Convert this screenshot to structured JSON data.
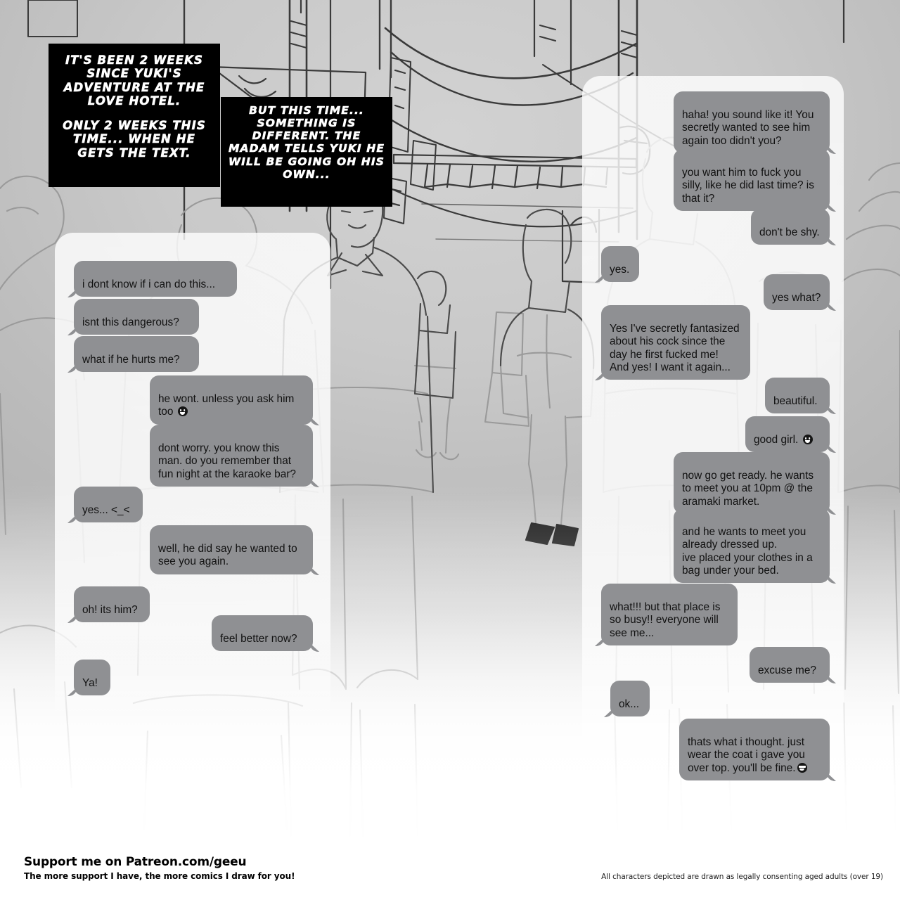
{
  "page": {
    "title": "Yuki comic page - text message conversation",
    "bubble_color": "#8f9093",
    "caption_bg": "#000000",
    "background_tone": "#c9c9c9"
  },
  "captions": [
    {
      "id": "caption-1",
      "line_a": "IT'S BEEN 2 WEEKS\nSINCE YUKI'S\nADVENTURE AT THE\nLOVE HOTEL.",
      "line_b": "ONLY 2 WEEKS THIS\nTIME... WHEN HE\nGETS THE TEXT."
    },
    {
      "id": "caption-2",
      "text": "BUT THIS TIME...\nSOMETHING IS\nDIFFERENT. THE\nMADAM TELLS YUKI\nHE WILL BE GOING\nOH HIS OWN..."
    }
  ],
  "chat_left": {
    "messages": [
      {
        "side": "left",
        "text": "i dont know if i can do this..."
      },
      {
        "side": "left",
        "text": "isnt this dangerous?"
      },
      {
        "side": "left",
        "text": "what if he hurts me?"
      },
      {
        "side": "right",
        "text": "he wont. unless you ask him\ntoo ",
        "emoji": "wink"
      },
      {
        "side": "right",
        "text": "dont worry. you know this\nman. do you remember that\nfun night at the karaoke bar?"
      },
      {
        "side": "left",
        "text": "yes... <_<"
      },
      {
        "side": "right",
        "text": "well, he did say he wanted to\nsee you again."
      },
      {
        "side": "left",
        "text": "oh! its him?"
      },
      {
        "side": "right",
        "text": "feel better now?"
      },
      {
        "side": "left",
        "text": "Ya!"
      }
    ]
  },
  "chat_right": {
    "messages": [
      {
        "side": "right",
        "text": "haha! you sound like it! You\nsecretly wanted to see him\nagain too didn't you?"
      },
      {
        "side": "right",
        "text": "you want him to fuck you\nsilly, like he did last time? is\nthat it?"
      },
      {
        "side": "right",
        "text": "don't be shy."
      },
      {
        "side": "left",
        "text": "yes."
      },
      {
        "side": "right",
        "text": "yes what?"
      },
      {
        "side": "left",
        "text": "Yes I've secretly fantasized\nabout his cock since the\nday he first fucked me!\nAnd yes! I want it again..."
      },
      {
        "side": "right",
        "text": "beautiful."
      },
      {
        "side": "right",
        "text": "good girl. ",
        "emoji": "wink"
      },
      {
        "side": "right",
        "text": "now go get ready. he wants\nto meet you at 10pm @ the\naramaki market."
      },
      {
        "side": "right",
        "text": "and he wants to meet you\nalready dressed up.\nive placed your clothes in a\nbag under your bed."
      },
      {
        "side": "left",
        "text": "what!!! but that place is\nso busy!! everyone will\nsee me..."
      },
      {
        "side": "right",
        "text": "excuse me?"
      },
      {
        "side": "left",
        "text": "ok..."
      },
      {
        "side": "right",
        "text": "thats what i thought. just\nwear the coat i gave you\nover top. you'll be fine.",
        "emoji": "shades"
      }
    ]
  },
  "footer": {
    "patreon_title": "Support me on Patreon.com/geeu",
    "patreon_sub": "The more support I have, the more comics I draw for you!",
    "disclaimer": "All characters depicted are drawn as legally consenting aged adults (over 19)"
  }
}
